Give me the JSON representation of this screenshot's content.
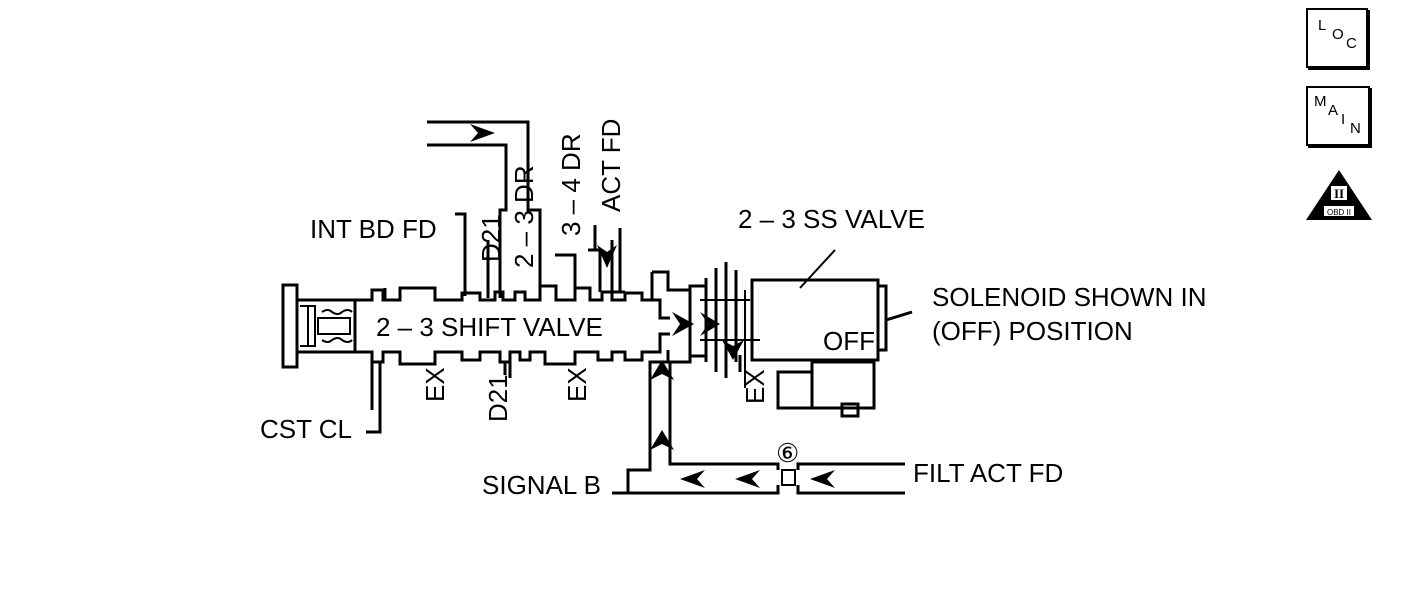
{
  "labels": {
    "int_bd_fd": "INT BD FD",
    "d21_top": "D21",
    "dr_2_3": "2 – 3 DR",
    "dr_3_4": "3 – 4 DR",
    "act_fd": "ACT FD",
    "ss_valve": "2 – 3 SS VALVE",
    "solenoid_line1": "SOLENOID SHOWN IN",
    "solenoid_line2": "(OFF) POSITION",
    "off": "OFF",
    "shift_valve": "2 – 3 SHIFT VALVE",
    "cst_cl": "CST CL",
    "ex_1": "EX",
    "d21_bottom": "D21",
    "ex_2": "EX",
    "ex_3": "EX",
    "signal_b": "SIGNAL B",
    "filt_act_fd": "FILT ACT FD",
    "orifice_number": "⑥"
  },
  "nav": {
    "loc": {
      "l1": "L",
      "l2": "O",
      "l3": "C"
    },
    "main": {
      "l1": "M",
      "l2": "A",
      "l3": "I",
      "l4": "N"
    },
    "obd": {
      "roman": "II",
      "text": "OBD II"
    }
  }
}
